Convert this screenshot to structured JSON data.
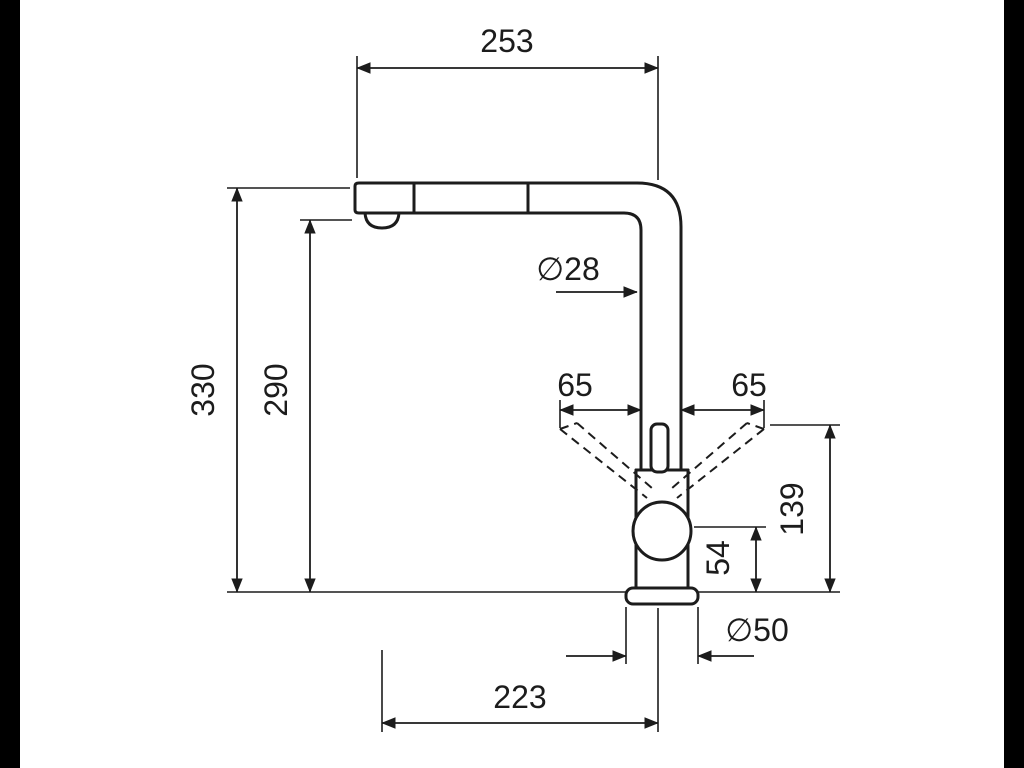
{
  "page": {
    "background": "#ffffff",
    "letterbox_color": "#000000",
    "line_color": "#1c1c1c"
  },
  "drawing": {
    "type": "faucet-technical-dimension-drawing",
    "labels": {
      "top_width": "253",
      "overall_height": "330",
      "spout_height": "290",
      "spout_diameter": "∅28",
      "swing_left": "65",
      "swing_right": "65",
      "handle_zone_height": "139",
      "body_height": "54",
      "base_diameter": "∅50",
      "bottom_width": "223"
    }
  }
}
